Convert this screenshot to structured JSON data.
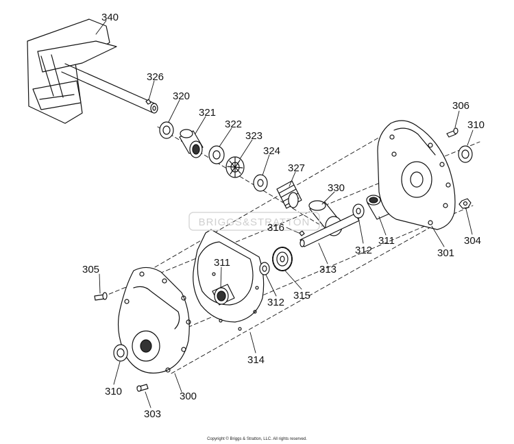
{
  "watermark": "BRIGGS&STRATTON",
  "copyright": "Copyright © Briggs & Stratton, LLC. All rights reserved.",
  "parts": [
    {
      "id": "p340",
      "label": "340"
    },
    {
      "id": "p326",
      "label": "326"
    },
    {
      "id": "p320",
      "label": "320"
    },
    {
      "id": "p321",
      "label": "321"
    },
    {
      "id": "p322",
      "label": "322"
    },
    {
      "id": "p323",
      "label": "323"
    },
    {
      "id": "p324",
      "label": "324"
    },
    {
      "id": "p327",
      "label": "327"
    },
    {
      "id": "p330",
      "label": "330"
    },
    {
      "id": "p316",
      "label": "316"
    },
    {
      "id": "p313",
      "label": "313"
    },
    {
      "id": "p312a",
      "label": "312"
    },
    {
      "id": "p311a",
      "label": "311"
    },
    {
      "id": "p301",
      "label": "301"
    },
    {
      "id": "p304",
      "label": "304"
    },
    {
      "id": "p306",
      "label": "306"
    },
    {
      "id": "p310a",
      "label": "310"
    },
    {
      "id": "p305",
      "label": "305"
    },
    {
      "id": "p311b",
      "label": "311"
    },
    {
      "id": "p312b",
      "label": "312"
    },
    {
      "id": "p315",
      "label": "315"
    },
    {
      "id": "p314",
      "label": "314"
    },
    {
      "id": "p310b",
      "label": "310"
    },
    {
      "id": "p300",
      "label": "300"
    },
    {
      "id": "p303",
      "label": "303"
    }
  ]
}
